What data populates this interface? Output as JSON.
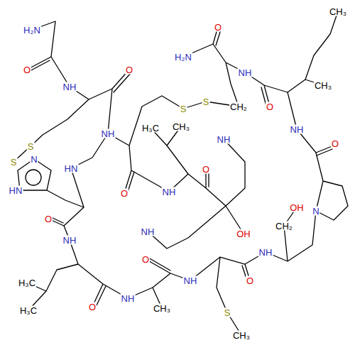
{
  "diagram": {
    "labels": [
      "H₂N",
      "O",
      "NH",
      "O",
      "H₂N",
      "O",
      "CH₃",
      "NH",
      "O",
      "CH₃",
      "NH",
      "S",
      "S",
      "N",
      "H₃C",
      "CH₃",
      "S",
      "S",
      "CH₂",
      "NH",
      "O",
      "NH",
      "HN",
      "O",
      "HN",
      "O",
      "NH",
      "N",
      "OH",
      "O",
      "NH",
      "NH",
      "CH₂",
      "OH",
      "NH",
      "O",
      "O",
      "H₃C",
      "NH",
      "NH",
      "O",
      "CH₃",
      "H₃C",
      "S",
      "CH₃"
    ]
  }
}
